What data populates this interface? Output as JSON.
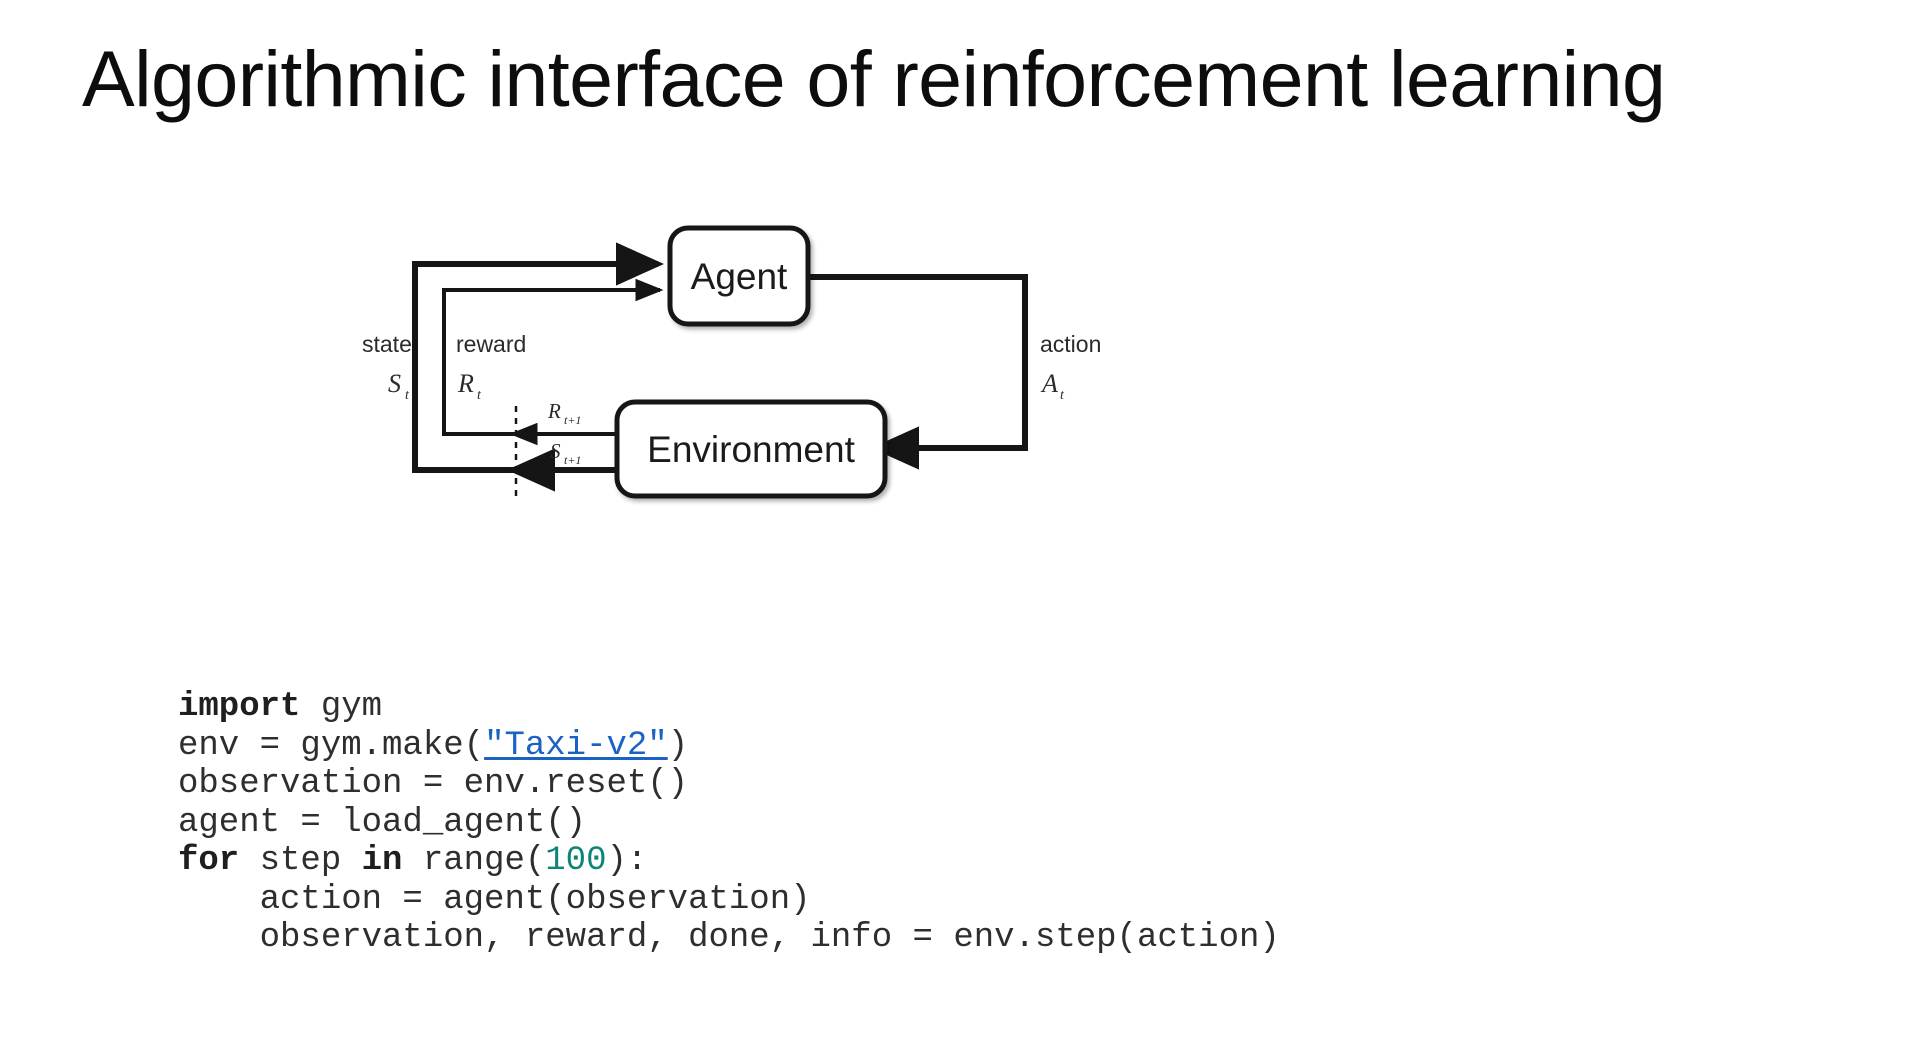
{
  "slide": {
    "title": "Algorithmic interface of reinforcement learning",
    "background": "#ffffff"
  },
  "diagram": {
    "name": "reinforcement-learning-loop",
    "nodes": [
      {
        "id": "agent",
        "label": "Agent"
      },
      {
        "id": "environment",
        "label": "Environment"
      }
    ],
    "edge_labels": {
      "state_word": "state",
      "state_sym": "S",
      "state_sub": "t",
      "reward_word": "reward",
      "reward_sym": "R",
      "reward_sub": "t",
      "action_word": "action",
      "action_sym": "A",
      "action_sub": "t",
      "reward_next_sym": "R",
      "reward_next_sub": "t+1",
      "state_next_sym": "S",
      "state_next_sub": "t+1"
    },
    "stroke_color": "#151515",
    "box_fill": "#ffffff"
  },
  "code": {
    "language": "python",
    "colors": {
      "text": "#2e2e2e",
      "keyword": "#1f1f1f",
      "string_link": "#1a62c4",
      "number": "#0b8578"
    },
    "lines": [
      {
        "id": "line-1",
        "tokens": [
          {
            "t": "import",
            "k": "kw"
          },
          {
            "t": " gym",
            "k": ""
          }
        ]
      },
      {
        "id": "line-2",
        "tokens": [
          {
            "t": "env = gym.make(",
            "k": ""
          },
          {
            "t": "\"Taxi-v2\"",
            "k": "str-link"
          },
          {
            "t": ")",
            "k": ""
          }
        ]
      },
      {
        "id": "line-3",
        "tokens": [
          {
            "t": "observation = env.reset()",
            "k": ""
          }
        ]
      },
      {
        "id": "line-4",
        "tokens": [
          {
            "t": "agent = load_agent()",
            "k": ""
          }
        ]
      },
      {
        "id": "line-5",
        "tokens": [
          {
            "t": "for",
            "k": "kw"
          },
          {
            "t": " step ",
            "k": ""
          },
          {
            "t": "in",
            "k": "kw"
          },
          {
            "t": " range(",
            "k": ""
          },
          {
            "t": "100",
            "k": "num"
          },
          {
            "t": "):",
            "k": ""
          }
        ]
      },
      {
        "id": "line-6",
        "tokens": [
          {
            "t": "    action = agent(observation)",
            "k": ""
          }
        ]
      },
      {
        "id": "line-7",
        "tokens": [
          {
            "t": "    observation, reward, done, info = env.step(action)",
            "k": ""
          }
        ]
      }
    ]
  }
}
